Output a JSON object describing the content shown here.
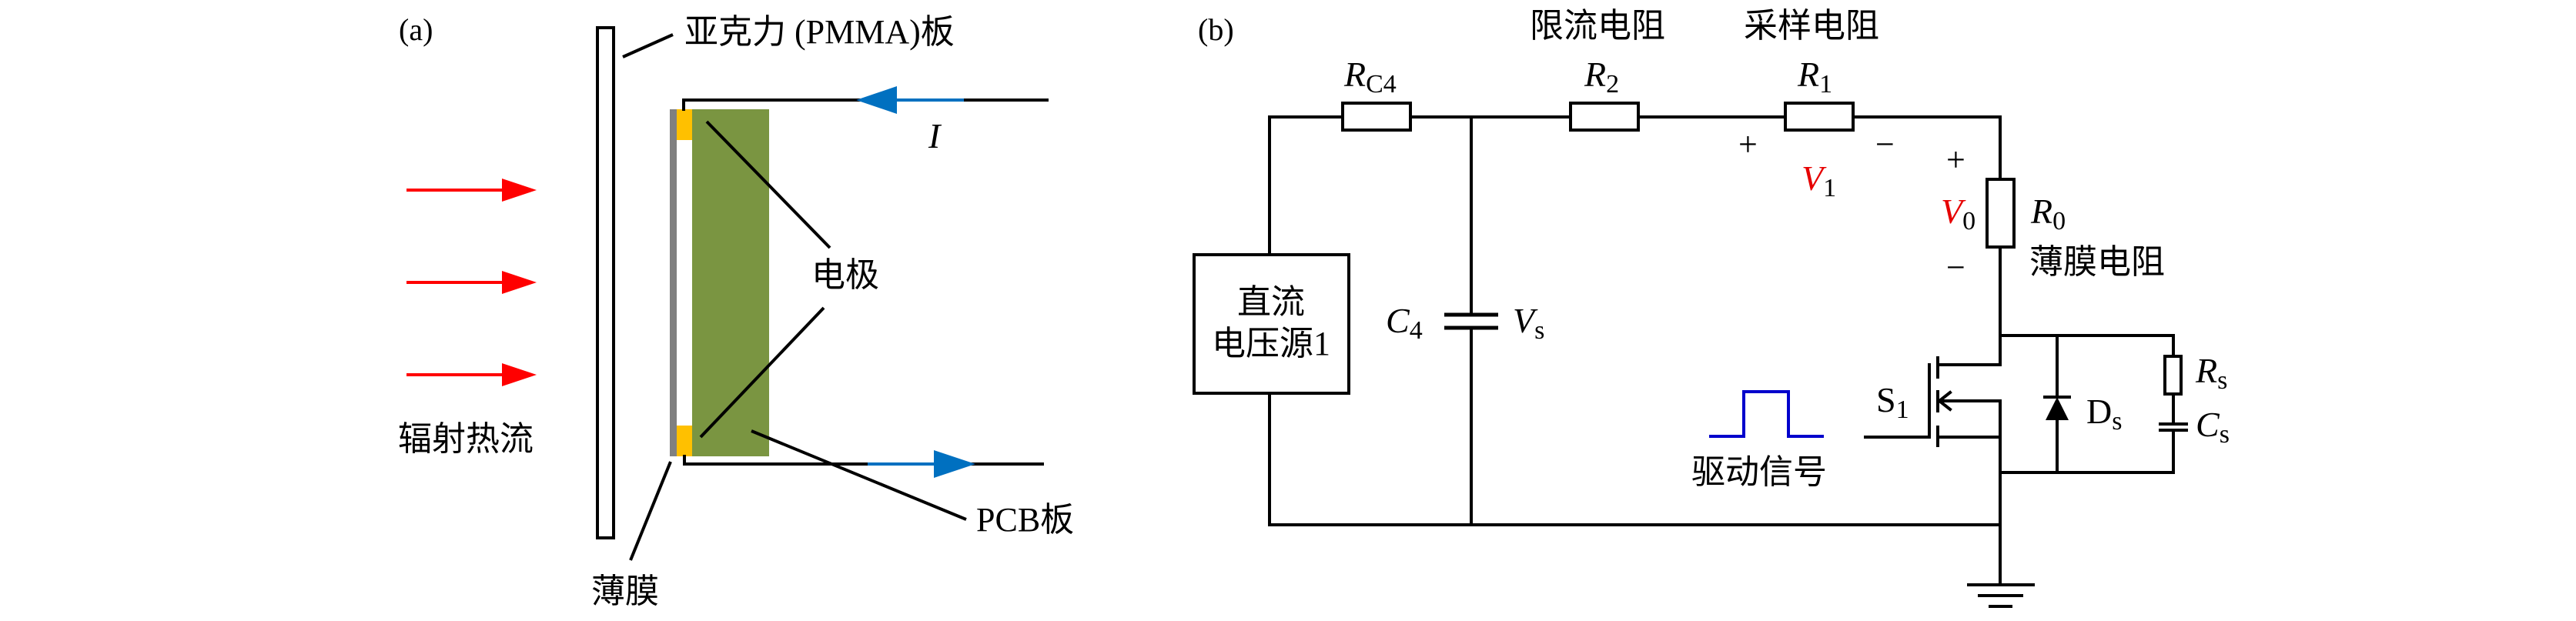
{
  "colors": {
    "radiation_arrow": "#ff0000",
    "current_arrow": "#0070c0",
    "pcb_board": "#7a9541",
    "electrode": "#ffc000",
    "film": "#808080",
    "voltage_marks": "#e60000",
    "drive_signal": "#0000cc",
    "wire": "#000000"
  },
  "panel_a": {
    "tag": "(a)",
    "radiation_label": "辐射热流",
    "pmma_label": "亚克力 (PMMA)板",
    "electrode_label": "电极",
    "pcb_label": "PCB板",
    "film_label": "薄膜",
    "current_symbol": "I"
  },
  "panel_b": {
    "tag": "(b)",
    "top_labels": {
      "limiting_resistor": "限流电阻",
      "sampling_resistor": "采样电阻"
    },
    "resistors": {
      "rc4": {
        "symbol": "R",
        "sub": "C4"
      },
      "r2": {
        "symbol": "R",
        "sub": "2"
      },
      "r1": {
        "symbol": "R",
        "sub": "1"
      },
      "r0": {
        "symbol": "R",
        "sub": "0",
        "desc": "薄膜电阻"
      },
      "rs": {
        "symbol": "R",
        "sub": "s"
      }
    },
    "voltages": {
      "v1": {
        "symbol": "V",
        "sub": "1",
        "plus": "+",
        "minus": "−"
      },
      "v0": {
        "symbol": "V",
        "sub": "0",
        "plus": "+",
        "minus": "−"
      },
      "vs": {
        "symbol": "V",
        "sub": "s"
      }
    },
    "capacitors": {
      "c4": {
        "symbol": "C",
        "sub": "4"
      },
      "cs": {
        "symbol": "C",
        "sub": "s"
      }
    },
    "source": {
      "line1": "直流",
      "line2": "电压源1"
    },
    "switch": {
      "symbol": "S",
      "sub": "1"
    },
    "diode": {
      "symbol": "D",
      "sub": "s"
    },
    "drive_label": "驱动信号"
  }
}
